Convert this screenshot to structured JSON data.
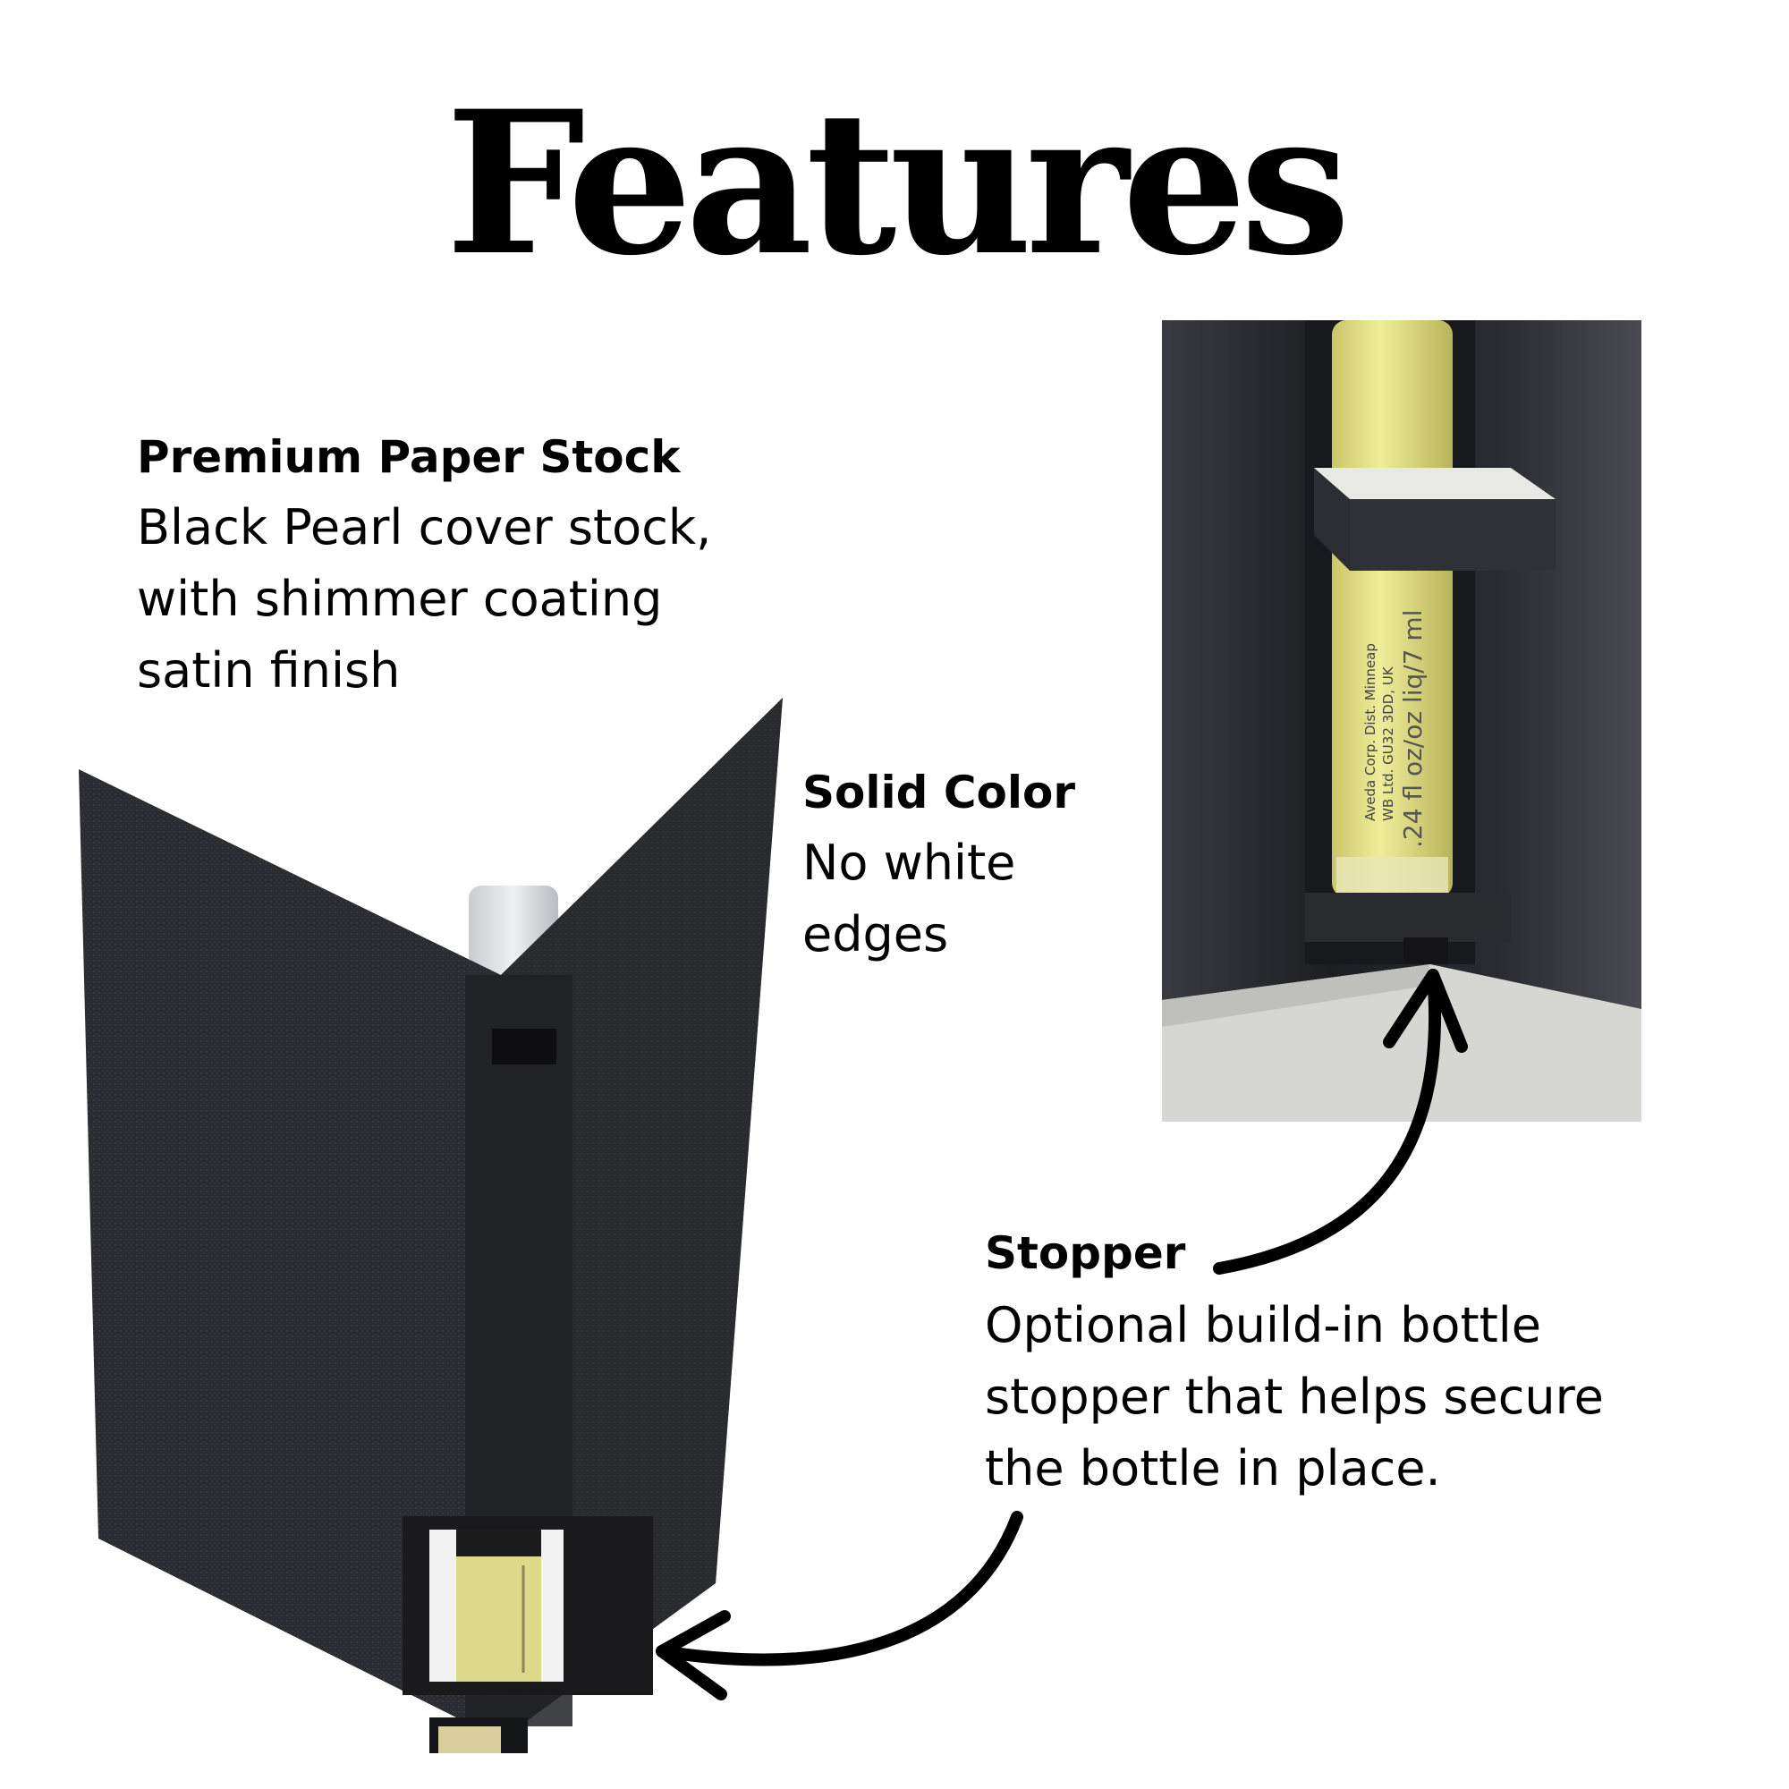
{
  "title": "Features",
  "features": {
    "paper": {
      "heading": "Premium Paper Stock",
      "lines": [
        "Black Pearl cover stock,",
        "with shimmer coating",
        "satin finish"
      ]
    },
    "color": {
      "heading": "Solid Color",
      "lines": [
        "No white",
        "edges"
      ]
    },
    "stopper": {
      "heading": "Stopper",
      "lines": [
        "Optional build-in bottle",
        "stopper that helps secure",
        "the bottle in place."
      ]
    }
  },
  "closeup_label": {
    "line1": "Aveda Corp. Dist. Minneap",
    "line2": "WB Ltd. GU32 3DD, UK",
    "volume": ".24 fl oz/oz liq/7 ml"
  },
  "colors": {
    "background": "#ffffff",
    "text": "#000000",
    "card": "#2b2c30",
    "liquid": "#e6e48a"
  }
}
